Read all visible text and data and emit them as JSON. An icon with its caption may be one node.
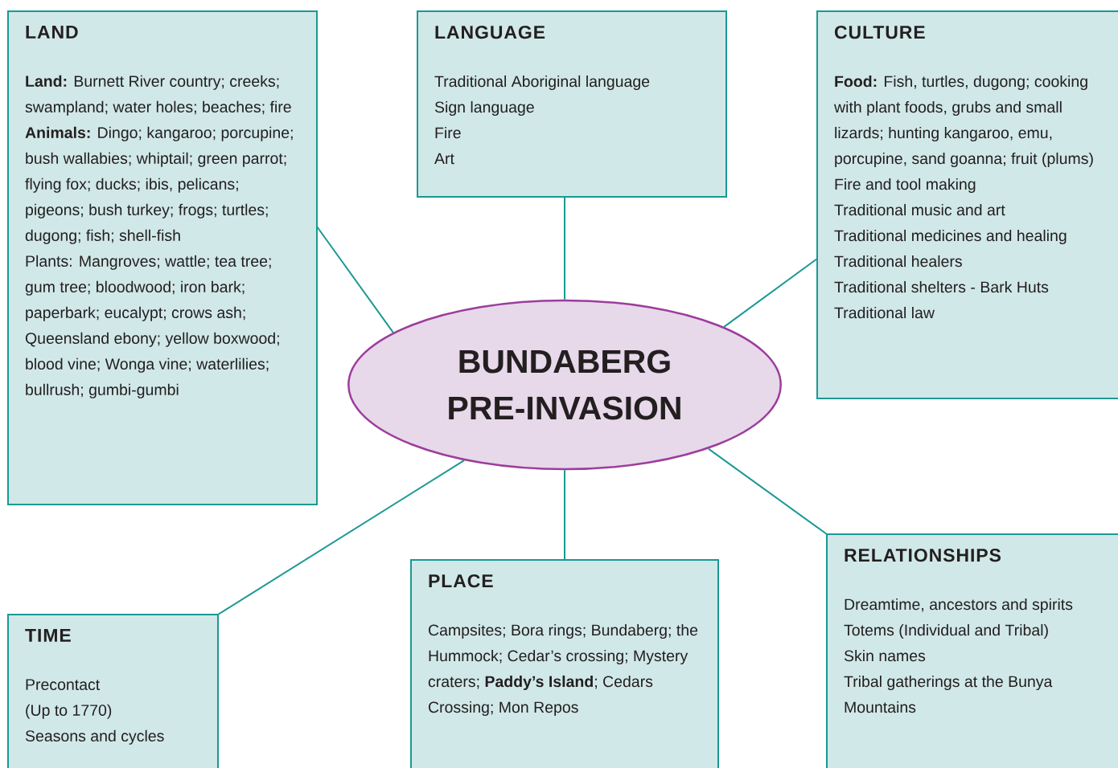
{
  "diagram": {
    "nodes": [
      {
        "text": [
          "LAND",
          "**Land:** Burnett River country; creeks; swampland; water holes; beaches; fire",
          "**Animals:** Dingo; kangaroo; porcupine; bush wallabies; whiptail; green parrot; flying fox; ducks; ibis, pelicans; pigeons; bush turkey; frogs; turtles; dugong; fish; shell-fish",
          "Plants: Mangroves; wattle; tea tree; gum tree; bloodwood; iron bark; paperbark; eucalypt; crows ash; Queensland ebony; yellow boxwood; blood vine; Wonga vine; waterlilies; bullrush; gumbi-gumbi"
        ]
      },
      {
        "text": [
          "LANGUAGE",
          "Traditional Aboriginal language",
          "Sign language",
          "Fire",
          "Art"
        ]
      },
      {
        "text": [
          "CULTURE",
          "**Food:** Fish, turtles, dugong; cooking with plant foods, grubs and small lizards; hunting kangaroo, emu, porcupine, sand goanna; fruit (plums)",
          "Fire and tool making",
          "Traditional music and art",
          "Traditional medicines and healing",
          "Traditional healers",
          "Traditional shelters - Bark Huts",
          "Traditional law"
        ]
      },
      {
        "text": [
          "BUNDABERG PRE-INVASION"
        ]
      },
      {
        "text": [
          "RELATIONSHIPS",
          "Dreamtime, ancestors and spirits",
          "Totems (Individual and Tribal)",
          "Skin names",
          "Tribal gatherings at the Bunya Mountains"
        ]
      },
      {
        "text": [
          "PLACE",
          "Campsites; Bora rings; Bundaberg; the Hummock; Cedar’s crossing; Mystery craters; **Paddy’s Island**; Cedars Crossing; Mon Repos"
        ]
      },
      {
        "text": [
          "TIME",
          "Precontact",
          "(Up to 1770)",
          "Seasons and cycles"
        ]
      }
    ],
    "edges": [
      {
        "from": 3,
        "to": 0,
        "arrow": "none"
      },
      {
        "from": 3,
        "to": 1,
        "arrow": "none"
      },
      {
        "from": 3,
        "to": 2,
        "arrow": "none"
      },
      {
        "from": 3,
        "to": 4,
        "arrow": "none"
      },
      {
        "from": 3,
        "to": 5,
        "arrow": "none"
      },
      {
        "from": 3,
        "to": 6,
        "arrow": "none"
      }
    ]
  }
}
